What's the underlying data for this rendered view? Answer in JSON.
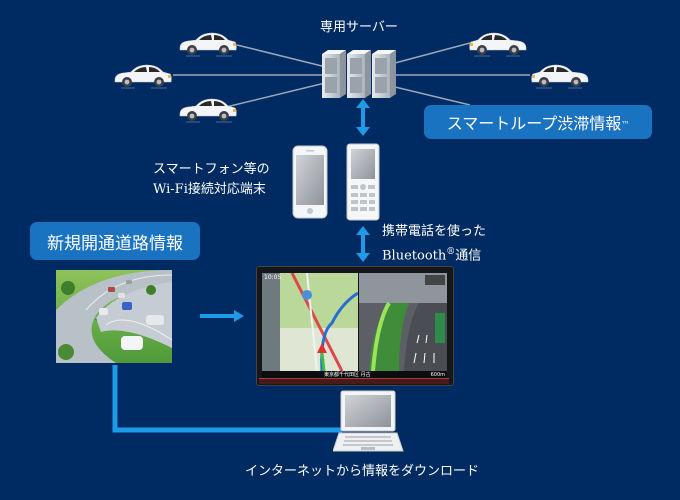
{
  "diagram": {
    "server": {
      "label": "専用サーバー",
      "icon": "server-rack-icon"
    },
    "smart_loop": {
      "label": "スマートループ渋滞情報",
      "trademark": "™"
    },
    "devices": {
      "label_line1": "スマートフォン等の",
      "label_line2": "Wi-Fi接続対応端末",
      "smartphone_icon": "smartphone-icon",
      "feature_phone_icon": "feature-phone-icon"
    },
    "bluetooth": {
      "label_line1": "携帯電話を使った",
      "label_line2_prefix": "Bluetooth",
      "registered": "®",
      "label_line2_suffix": "通信"
    },
    "new_road": {
      "label": "新規開通道路情報",
      "image": "highway-curve-image"
    },
    "navigation_unit": {
      "icon": "car-navigation-unit",
      "screen_time": "10:05",
      "status_text": "東京都千代田区 丹古",
      "distance": "600m"
    },
    "laptop": {
      "icon": "laptop-icon",
      "label": "インターネットから情報をダウンロード"
    },
    "colors": {
      "background": "#002a62",
      "accent_blue": "#1a73c1",
      "arrow_blue": "#1e9be6",
      "line_gray": "#9aa7b8"
    }
  }
}
